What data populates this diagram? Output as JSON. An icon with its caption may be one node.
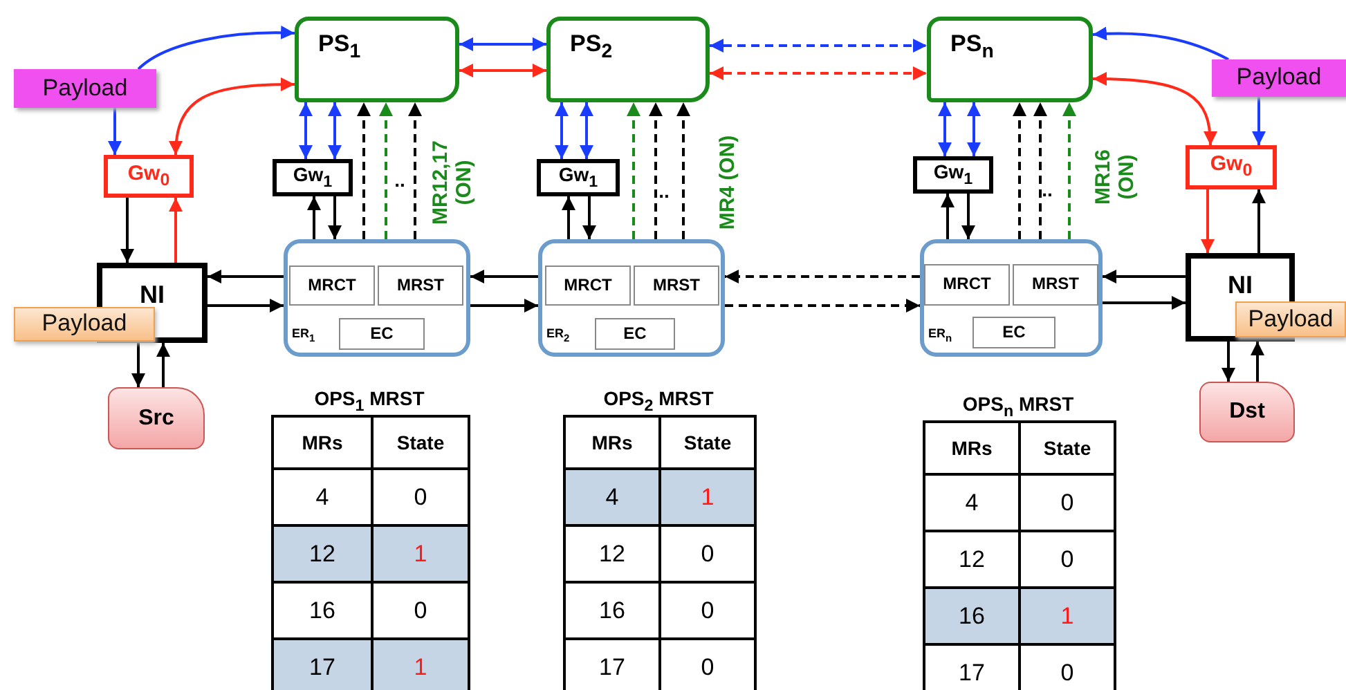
{
  "diagram": {
    "nodes": [
      {
        "text": [
          "PS$_{1}$"
        ]
      },
      {
        "text": [
          "PS$_{2}$"
        ]
      },
      {
        "text": [
          "PS$_{n}$"
        ]
      },
      {
        "text": [
          "Payload"
        ]
      },
      {
        "text": [
          "Gw$_{0}$"
        ]
      },
      {
        "text": [
          "Gw$_{1}$"
        ]
      },
      {
        "text": [
          "Gw$_{1}$"
        ]
      },
      {
        "text": [
          "Gw$_{1}$"
        ]
      },
      {
        "text": [
          "Gw$_{0}$"
        ]
      },
      {
        "text": [
          "Payload"
        ]
      },
      {
        "text": [
          "ER$_{1}$"
        ]
      },
      {
        "text": [
          "MRCT"
        ],
        "in": 10
      },
      {
        "text": [
          "MRST"
        ],
        "in": 10
      },
      {
        "text": [
          "EC"
        ],
        "in": 10
      },
      {
        "text": [
          "ER$_{2}$"
        ]
      },
      {
        "text": [
          "MRCT"
        ],
        "in": 14
      },
      {
        "text": [
          "MRST"
        ],
        "in": 14
      },
      {
        "text": [
          "EC"
        ],
        "in": 14
      },
      {
        "text": [
          "ER$_{n}$"
        ]
      },
      {
        "text": [
          "MRCT"
        ],
        "in": 18
      },
      {
        "text": [
          "MRST"
        ],
        "in": 18
      },
      {
        "text": [
          "EC"
        ],
        "in": 18
      },
      {
        "text": [
          "NI"
        ]
      },
      {
        "text": [
          "Payload"
        ]
      },
      {
        "text": [
          "NI"
        ]
      },
      {
        "text": [
          "Payload"
        ]
      },
      {
        "text": [
          "Src"
        ]
      },
      {
        "text": [
          "Dst"
        ]
      }
    ],
    "edges": [
      {
        "from": 0,
        "to": 1,
        "arrow": "both",
        "color": "#1a3cff"
      },
      {
        "from": 0,
        "to": 1,
        "arrow": "both",
        "color": "#ff2a1a"
      },
      {
        "from": 1,
        "to": 2,
        "arrow": "both",
        "color": "#1a3cff",
        "style": "dashed"
      },
      {
        "from": 1,
        "to": 2,
        "arrow": "both",
        "color": "#ff2a1a",
        "style": "dashed"
      },
      {
        "from": 3,
        "to": 0,
        "arrow": "to",
        "color": "#1a3cff"
      },
      {
        "from": 3,
        "to": 4,
        "arrow": "to",
        "color": "#1a3cff"
      },
      {
        "from": 4,
        "to": 0,
        "arrow": "both",
        "color": "#ff2a1a"
      },
      {
        "from": 4,
        "to": 22,
        "arrow": "to"
      },
      {
        "from": 22,
        "to": 4,
        "arrow": "to",
        "color": "#ff2a1a"
      },
      {
        "from": 5,
        "to": 0,
        "arrow": "both",
        "color": "#1a3cff"
      },
      {
        "from": 5,
        "to": 0,
        "arrow": "both",
        "color": "#1a3cff"
      },
      {
        "from": 10,
        "to": 5,
        "arrow": "to"
      },
      {
        "from": 5,
        "to": 10,
        "arrow": "to"
      },
      {
        "from": 10,
        "to": 0,
        "arrow": "to",
        "style": "dashed"
      },
      {
        "from": 10,
        "to": 0,
        "arrow": "to",
        "style": "dashed",
        "color": "#1a8a1a"
      },
      {
        "from": 10,
        "to": 0,
        "arrow": "to",
        "style": "dashed"
      },
      {
        "from": 10,
        "to": 22,
        "arrow": "to"
      },
      {
        "from": 22,
        "to": 10,
        "arrow": "to"
      },
      {
        "from": 14,
        "to": 10,
        "arrow": "to"
      },
      {
        "from": 10,
        "to": 14,
        "arrow": "to"
      },
      {
        "from": 6,
        "to": 1,
        "arrow": "both",
        "color": "#1a3cff"
      },
      {
        "from": 6,
        "to": 1,
        "arrow": "both",
        "color": "#1a3cff"
      },
      {
        "from": 14,
        "to": 6,
        "arrow": "to"
      },
      {
        "from": 6,
        "to": 14,
        "arrow": "to"
      },
      {
        "from": 14,
        "to": 1,
        "arrow": "to",
        "style": "dashed",
        "color": "#1a8a1a"
      },
      {
        "from": 14,
        "to": 1,
        "arrow": "to",
        "style": "dashed"
      },
      {
        "from": 14,
        "to": 1,
        "arrow": "to",
        "style": "dashed"
      },
      {
        "from": 18,
        "to": 14,
        "arrow": "to",
        "style": "dashed"
      },
      {
        "from": 14,
        "to": 18,
        "arrow": "to",
        "style": "dashed"
      },
      {
        "from": 7,
        "to": 2,
        "arrow": "both",
        "color": "#1a3cff"
      },
      {
        "from": 7,
        "to": 2,
        "arrow": "both",
        "color": "#1a3cff"
      },
      {
        "from": 18,
        "to": 7,
        "arrow": "to"
      },
      {
        "from": 7,
        "to": 18,
        "arrow": "to"
      },
      {
        "from": 18,
        "to": 2,
        "arrow": "to",
        "style": "dashed"
      },
      {
        "from": 18,
        "to": 2,
        "arrow": "to",
        "style": "dashed"
      },
      {
        "from": 18,
        "to": 2,
        "arrow": "to",
        "style": "dashed",
        "color": "#1a8a1a"
      },
      {
        "from": 24,
        "to": 18,
        "arrow": "to"
      },
      {
        "from": 18,
        "to": 24,
        "arrow": "to"
      },
      {
        "from": 2,
        "to": 8,
        "arrow": "both",
        "color": "#ff2a1a"
      },
      {
        "from": 9,
        "to": 2,
        "arrow": "to",
        "color": "#1a3cff"
      },
      {
        "from": 9,
        "to": 8,
        "arrow": "to",
        "color": "#1a3cff"
      },
      {
        "from": 8,
        "to": 24,
        "arrow": "to",
        "color": "#ff2a1a"
      },
      {
        "from": 24,
        "to": 8,
        "arrow": "to"
      },
      {
        "from": 22,
        "to": 26,
        "arrow": "to"
      },
      {
        "from": 26,
        "to": 22,
        "arrow": "to"
      },
      {
        "from": 24,
        "to": 27,
        "arrow": "to"
      },
      {
        "from": 27,
        "to": 24,
        "arrow": "to"
      }
    ],
    "labels": [
      "MR12,17 (ON)",
      "..",
      "MR4 (ON)",
      "..",
      "MR16 (ON)",
      "..",
      "OPS$_{1}$ MRST",
      "MRs",
      "State",
      "4",
      "0",
      "12",
      "1",
      "16",
      "0",
      "17",
      "1",
      "OPS$_{2}$ MRST",
      "MRs",
      "State",
      "4",
      "1",
      "12",
      "0",
      "16",
      "0",
      "17",
      "0",
      "OPS$_{n}$ MRST",
      "MRs",
      "State",
      "4",
      "0",
      "12",
      "0",
      "16",
      "1",
      "17",
      "0"
    ]
  }
}
